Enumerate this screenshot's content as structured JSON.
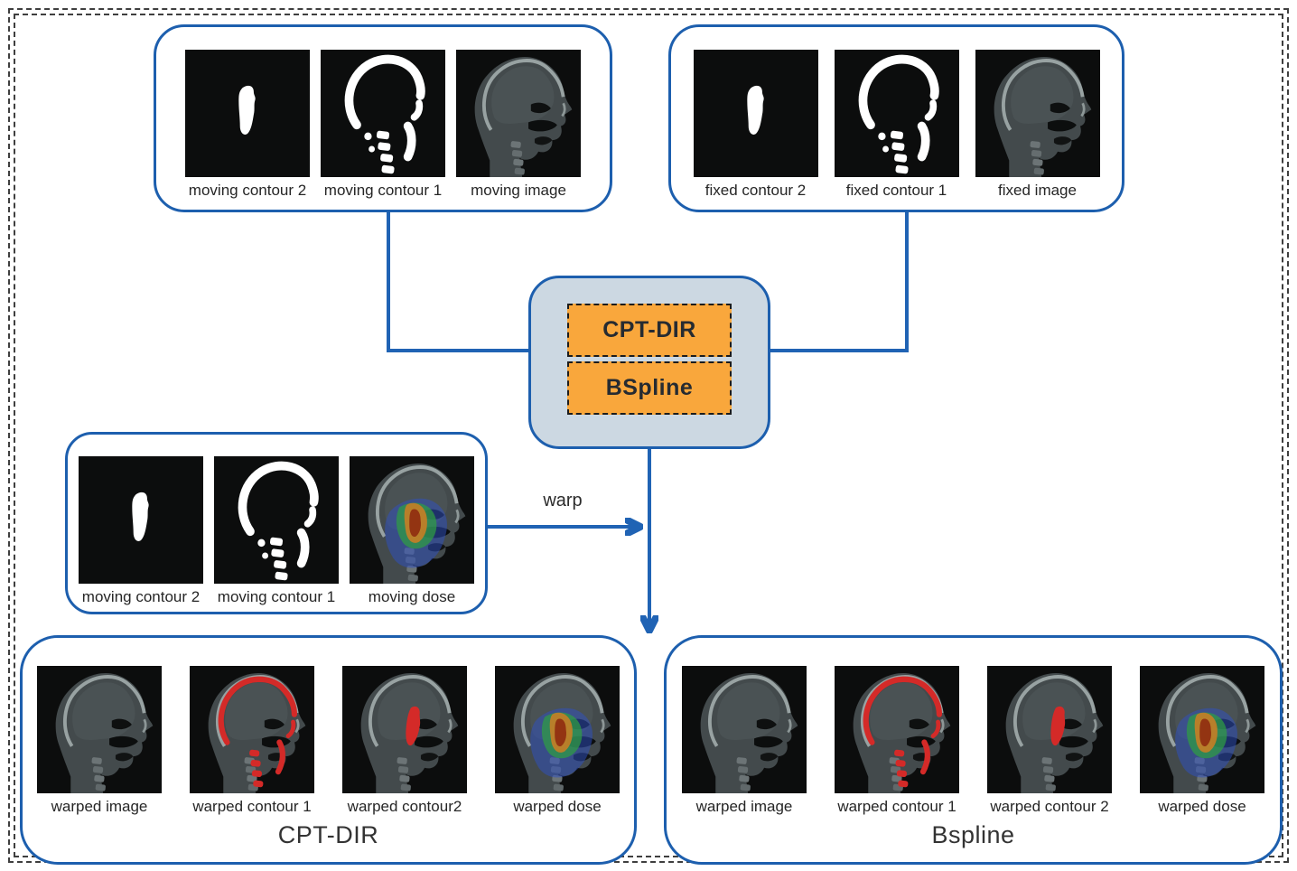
{
  "colors": {
    "frame_dash": "#3f3f3f",
    "box_border": "#1d5fae",
    "arrow": "#2063b4",
    "registration_fill": "#ccd8e2",
    "method_fill": "#f9a73c",
    "method_border": "#1c1c1c",
    "caption_text": "#262626",
    "title_text": "#333333"
  },
  "moving_inputs": {
    "captions": [
      "moving contour 2",
      "moving contour 1",
      "moving image"
    ]
  },
  "fixed_inputs": {
    "captions": [
      "fixed contour 2",
      "fixed contour 1",
      "fixed image"
    ]
  },
  "registration": {
    "methods": [
      "CPT-DIR",
      "BSpline"
    ]
  },
  "moving_dose_inputs": {
    "captions": [
      "moving contour 2",
      "moving contour 1",
      "moving dose"
    ]
  },
  "warp_label": "warp",
  "cptdir_results": {
    "captions": [
      "warped image",
      "warped contour 1",
      "warped contour2",
      "warped dose"
    ],
    "title": "CPT-DIR"
  },
  "bspline_results": {
    "captions": [
      "warped image",
      "warped contour 1",
      "warped contour 2",
      "warped dose"
    ],
    "title": "Bspline"
  }
}
